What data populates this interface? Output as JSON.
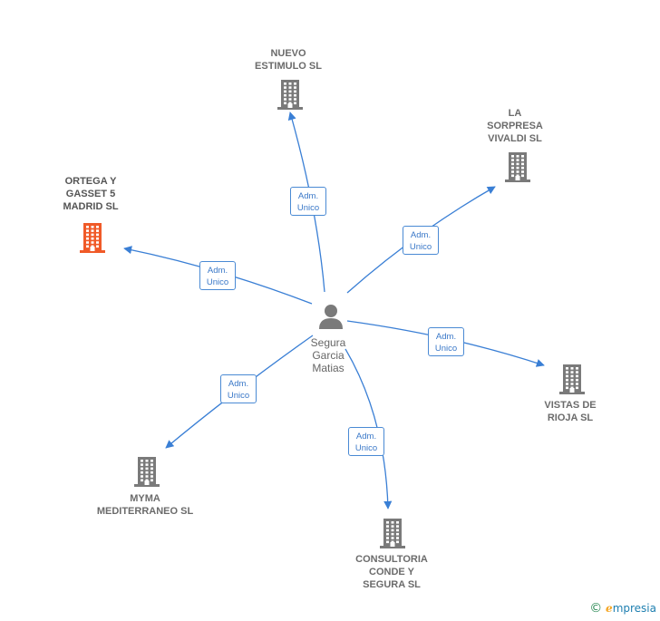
{
  "center": {
    "name": "Segura\nGarcia\nMatias"
  },
  "companies": [
    {
      "id": "nuevo",
      "name": "NUEVO\nESTIMULO  SL",
      "highlight": false,
      "role": [
        "Adm.",
        "Unico"
      ]
    },
    {
      "id": "sorpresa",
      "name": "LA\nSORPRESA\nVIVALDI SL",
      "highlight": false,
      "role": [
        "Adm.",
        "Unico"
      ]
    },
    {
      "id": "ortega",
      "name": "ORTEGA Y\nGASSET 5\nMADRID  SL",
      "highlight": true,
      "role": [
        "Adm.",
        "Unico"
      ]
    },
    {
      "id": "vistas",
      "name": "VISTAS DE\nRIOJA SL",
      "highlight": false,
      "role": [
        "Adm.",
        "Unico"
      ]
    },
    {
      "id": "myma",
      "name": "MYMA\nMEDITERRANEO SL",
      "highlight": false,
      "role": [
        "Adm.",
        "Unico"
      ]
    },
    {
      "id": "consultoria",
      "name": "CONSULTORIA\nCONDE Y\nSEGURA SL",
      "highlight": false,
      "role": [
        "Adm.",
        "Unico"
      ]
    }
  ],
  "colors": {
    "edge": "#3a7fd5",
    "building": "#7a7a7a",
    "highlight": "#f05a28",
    "person": "#7a7a7a"
  },
  "brand": {
    "copyright": "©",
    "e": "e",
    "rest": "mpresia"
  }
}
